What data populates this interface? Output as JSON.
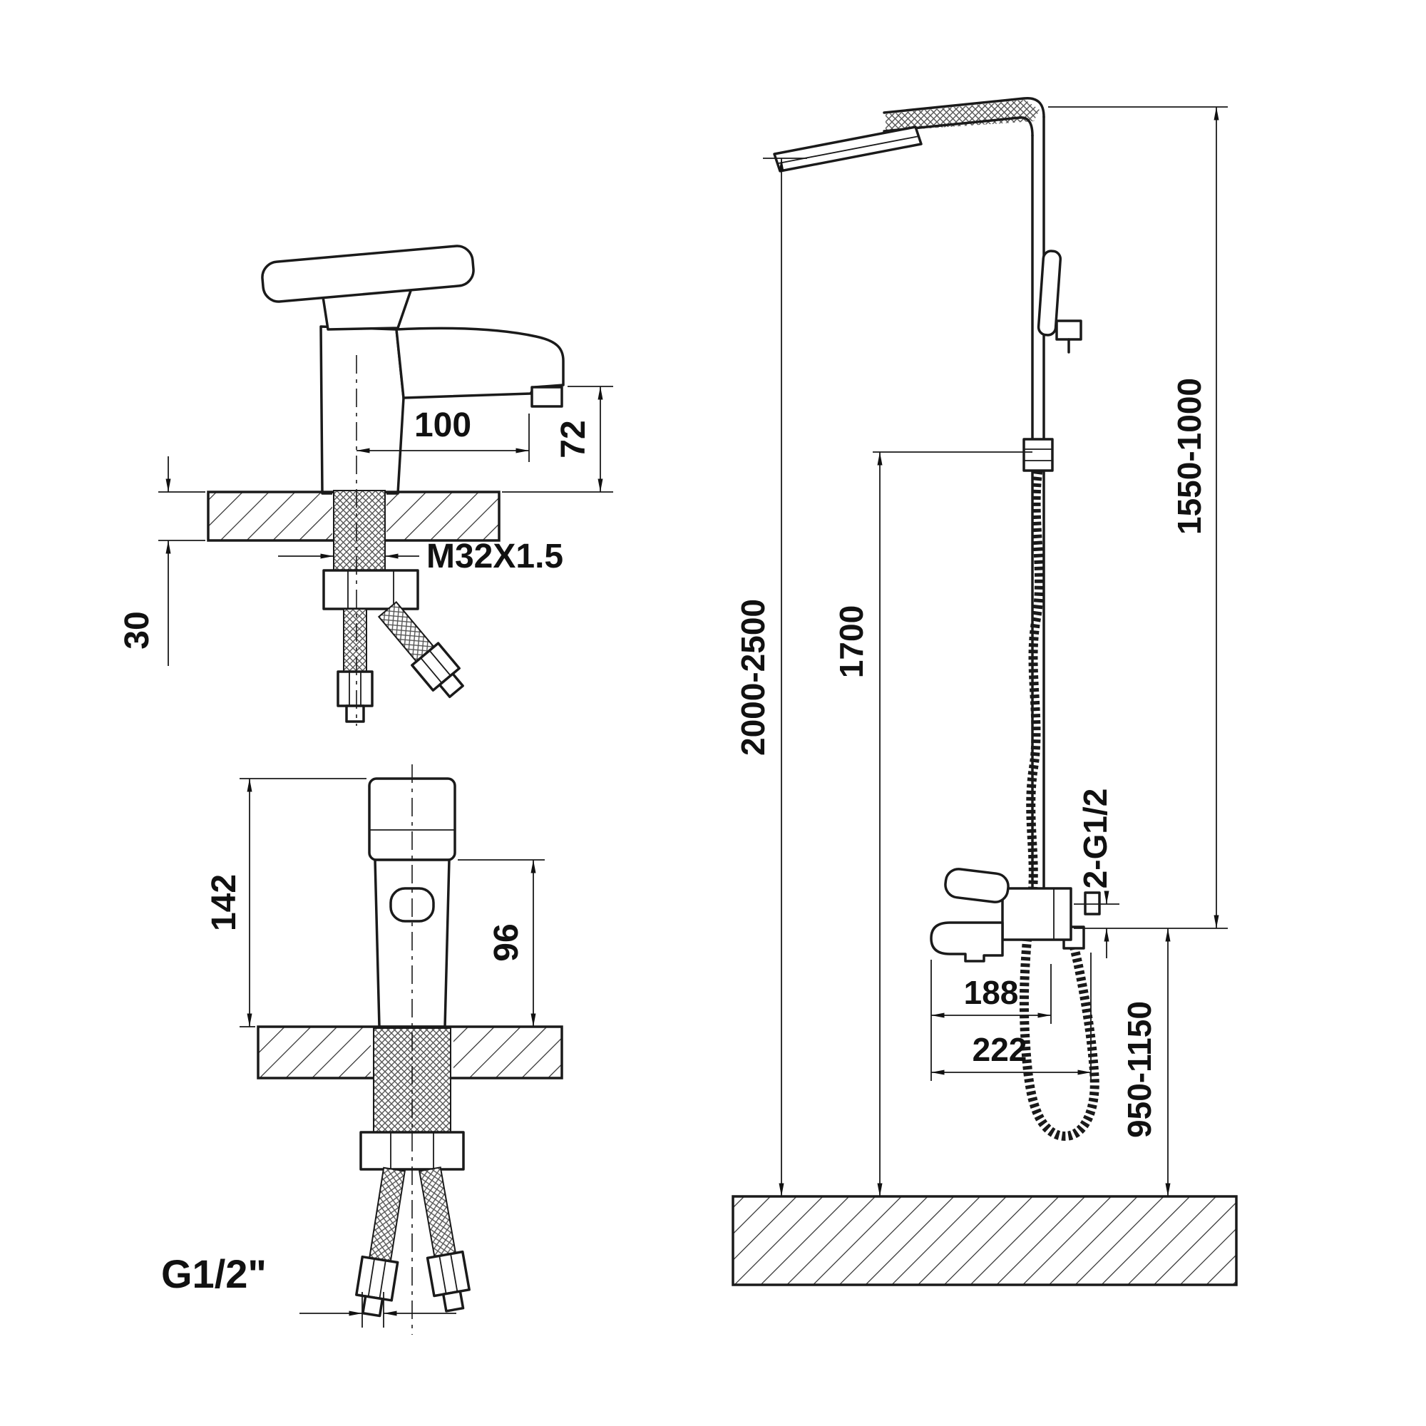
{
  "drawing": {
    "bg_color": "#ffffff",
    "line_color": "#1a1a1a",
    "side_view": {
      "spout_reach": "100",
      "spout_height": "72",
      "deck_thickness": "30",
      "thread_label": "M32X1.5"
    },
    "front_view": {
      "total_height": "142",
      "body_height": "96",
      "hose_thread_label": "G1/2\""
    },
    "shower_view": {
      "overall_height_range": "2000-2500",
      "column_height": "1700",
      "riser_range": "1550-1000",
      "inlet_label": "2-G1/2",
      "spout_reach": "188",
      "spout_overall": "222",
      "mixer_height_range": "950-1150"
    }
  }
}
